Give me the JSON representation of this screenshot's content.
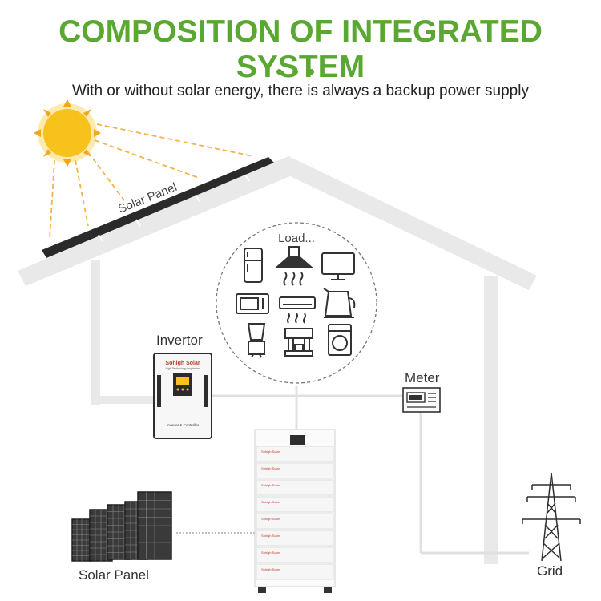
{
  "header": {
    "title": "COMPOSITION OF INTEGRATED SYSTEM",
    "subtitle": "With or without solar energy, there is always a backup power supply"
  },
  "labels": {
    "roof_solar_panel": "Solar Panel",
    "load": "Load...",
    "invertor": "Invertor",
    "meter": "Meter",
    "ground_solar_panel": "Solar Panel",
    "grid": "Grid"
  },
  "inverter": {
    "brand": "Sohigh Solar",
    "tagline": "High Technology Inspiration",
    "model": "Inverter & Controller"
  },
  "battery": {
    "brand": "Sohigh Solar"
  },
  "colors": {
    "accent_green": "#5aa832",
    "sun_yellow": "#f7c21b",
    "sun_ray": "#f2b34a",
    "house_gray": "#e9e9e9",
    "panel_dark": "#2a2a2a"
  },
  "appliances": [
    "fridge-icon",
    "range-hood-icon",
    "tv-icon",
    "microwave-icon",
    "air-conditioner-icon",
    "kettle-icon",
    "blender-icon",
    "coffee-machine-icon",
    "washing-machine-icon"
  ]
}
